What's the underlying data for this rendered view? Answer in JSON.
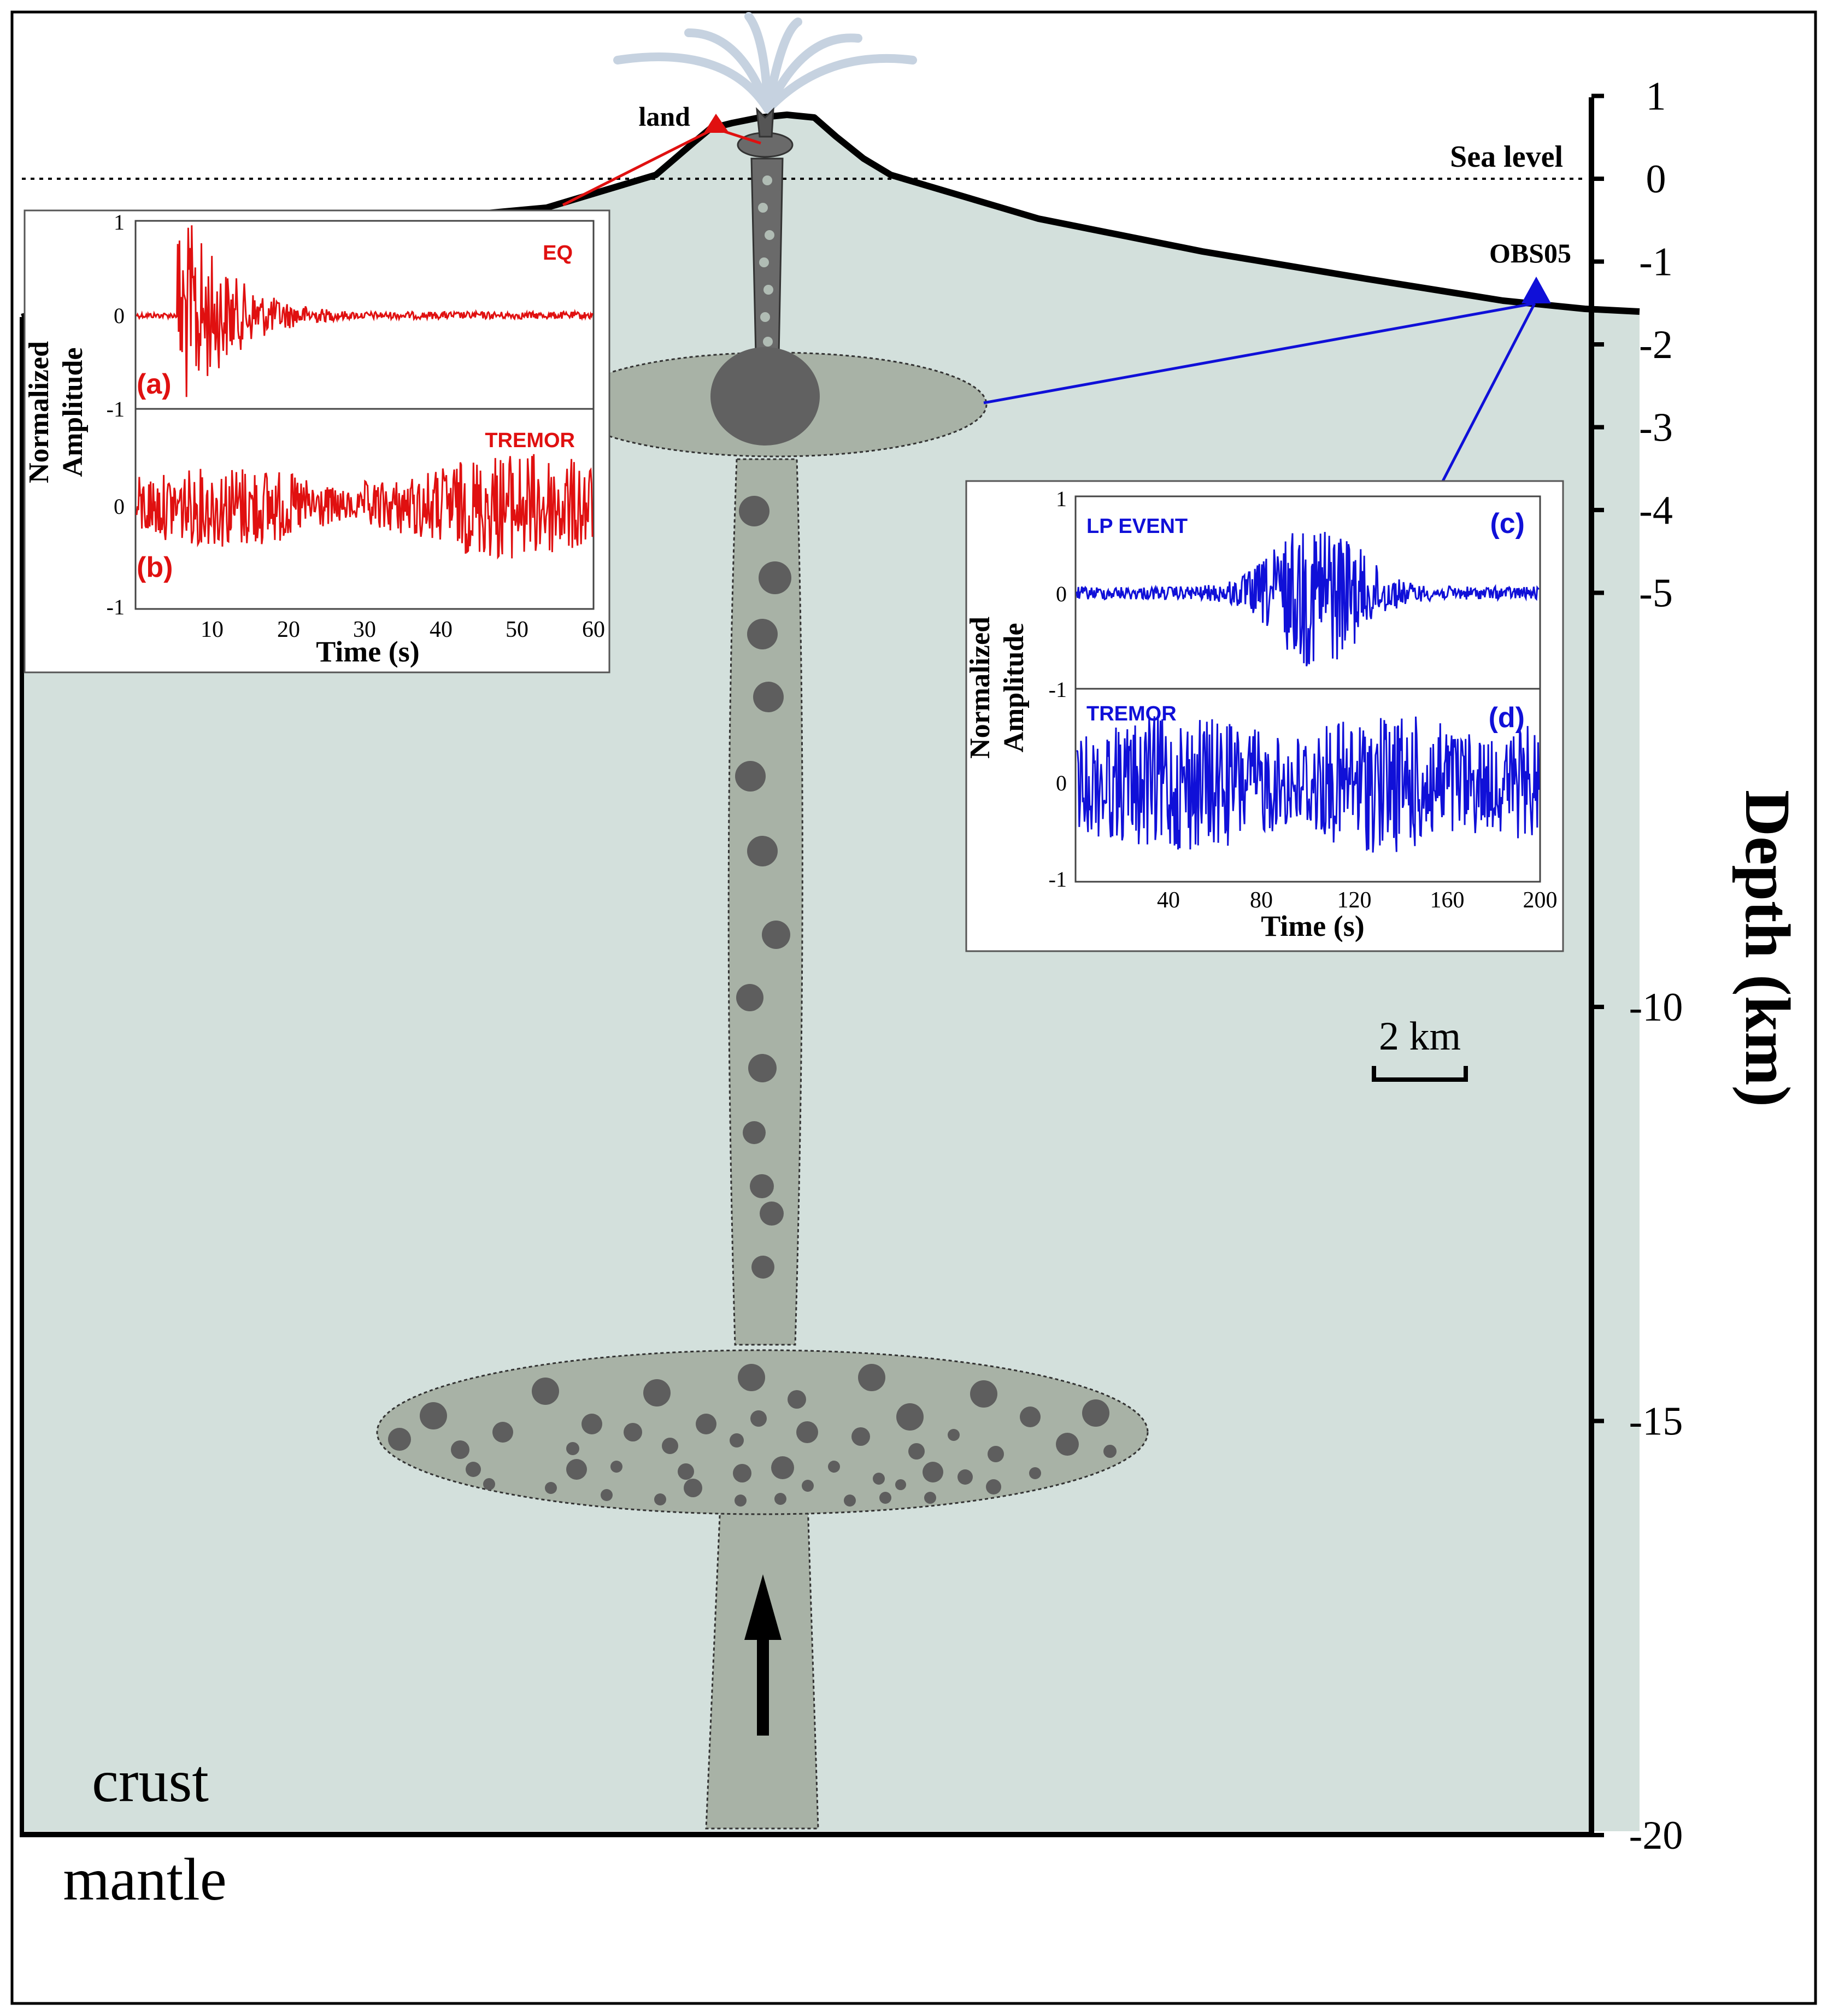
{
  "labels": {
    "land": "land",
    "sea_level": "Sea level",
    "obs": "OBS05",
    "crust": "crust",
    "mantle": "mantle",
    "scale": "2 km",
    "depth_axis": "Depth (km)"
  },
  "depth_axis": {
    "ticks": [
      "1",
      "0",
      "-1",
      "-2",
      "-3",
      "-4",
      "-5",
      "-10",
      "-15",
      "-20"
    ],
    "values": [
      1,
      0,
      -1,
      -2,
      -3,
      -4,
      -5,
      -10,
      -15,
      -20
    ]
  },
  "colors": {
    "land_station": "#e01010",
    "obs_station": "#1010d8",
    "crust_fill": "#d3e0dc",
    "magma_fill": "#a8b2a6",
    "bubble_fill": "#5e5e5e"
  },
  "insets": {
    "land": {
      "ylabel_line1": "Normalized",
      "ylabel_line2": "Amplitude",
      "xlabel": "Time (s)",
      "x_ticks": [
        "10",
        "20",
        "30",
        "40",
        "50",
        "60"
      ],
      "y_ticks": [
        "1",
        "0",
        "-1"
      ],
      "y_ticks_lower": [
        "0",
        "-1"
      ],
      "panel_top": {
        "letter": "(a)",
        "title": "EQ"
      },
      "panel_bottom": {
        "letter": "(b)",
        "title": "TREMOR"
      }
    },
    "obs": {
      "ylabel_line1": "Normalized",
      "ylabel_line2": "Amplitude",
      "xlabel": "Time (s)",
      "x_ticks": [
        "40",
        "80",
        "120",
        "160",
        "200"
      ],
      "y_ticks": [
        "1",
        "0",
        "-1"
      ],
      "y_ticks_lower": [
        "0",
        "-1"
      ],
      "panel_top": {
        "letter": "(c)",
        "title": "LP EVENT"
      },
      "panel_bottom": {
        "letter": "(d)",
        "title": "TREMOR"
      }
    }
  }
}
